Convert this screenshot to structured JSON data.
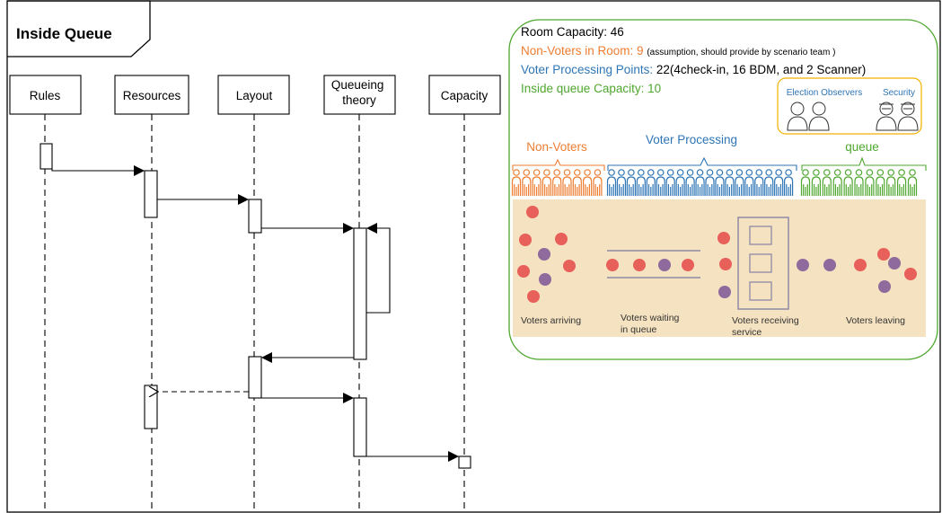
{
  "frame": {
    "title": "Inside Queue"
  },
  "lifelines": [
    "Rules",
    "Resources",
    "Layout",
    "Queueing theory",
    "Capacity"
  ],
  "info": {
    "room_capacity": "Room Capacity: 46",
    "non_voters_main": "Non-Voters in Room: 9",
    "non_voters_note": "(assumption, should provide by scenario team )",
    "voter_points": "Voter Processing Points: 22(4check-in, 16 BDM, and 2 Scanner)",
    "inside_queue": "Inside queue Capacity: 10",
    "election_observers": "Election Observers",
    "security": "Security",
    "group_non_voters": "Non-Voters",
    "group_voter_processing": "Voter Processing",
    "group_queue": "queue",
    "stage_arriving": "Voters arriving",
    "stage_waiting_1": "Voters waiting",
    "stage_waiting_2": "in queue",
    "stage_receiving_1": "Voters receiving",
    "stage_receiving_2": "service",
    "stage_leaving": "Voters leaving"
  },
  "colors": {
    "non_voters": "#ed7d31",
    "voter_processing": "#2e75b6",
    "queue": "#4ea72e",
    "frame_green": "#4ea72e",
    "observers_border": "#f4b000",
    "flow_bg": "#f5e2c0",
    "dot_red": "#e8605a",
    "dot_purple": "#8e6a9d"
  }
}
